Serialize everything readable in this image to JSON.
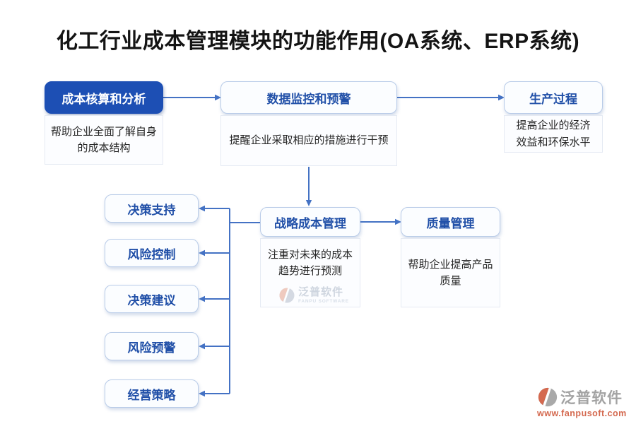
{
  "title": "化工行业成本管理模块的功能作用(OA系统、ERP系统)",
  "colors": {
    "primary_blue": "#1d4fb4",
    "node_text_blue": "#2150a8",
    "connector_blue": "#4472c4",
    "node_border_blue": "#b9cce8",
    "logo_orange": "#d4694f",
    "logo_gray": "#a3a3a3"
  },
  "nodes": {
    "cost_accounting": {
      "label": "成本核算和分析",
      "desc": [
        "帮助企业全面了解自身",
        "的成本结构"
      ]
    },
    "data_monitoring": {
      "label": "数据监控和预警",
      "desc": [
        "提醒企业采取相应的措施进行干预"
      ]
    },
    "production": {
      "label": "生产过程",
      "desc": [
        "提高企业的经济",
        "效益和环保水平"
      ]
    },
    "strategic_cost": {
      "label": "战略成本管理",
      "desc": [
        "注重对未来的成本",
        "趋势进行预测"
      ]
    },
    "quality": {
      "label": "质量管理",
      "desc": [
        "帮助企业提高产品",
        "质量"
      ]
    }
  },
  "left_nodes": [
    {
      "label": "决策支持"
    },
    {
      "label": "风险控制"
    },
    {
      "label": "决策建议"
    },
    {
      "label": "风险预警"
    },
    {
      "label": "经营策略"
    }
  ],
  "watermark": {
    "name": "泛普软件",
    "sub": "FANPU SOFTWARE"
  },
  "logo": {
    "name": "泛普软件",
    "url": "www.fanpusoft.com"
  }
}
